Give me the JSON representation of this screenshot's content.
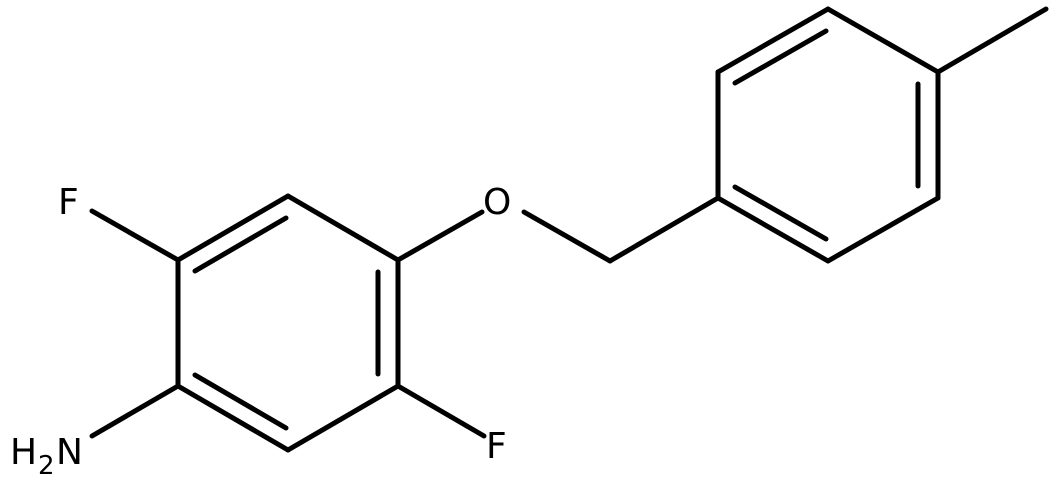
{
  "molecule": {
    "atoms": {
      "F1": "F",
      "F2": "F",
      "O": "O",
      "N_H": "H",
      "N_sub": "2",
      "N": "N"
    },
    "colors": {
      "bond": "#000000",
      "label": "#000000",
      "background": "#ffffff"
    }
  }
}
